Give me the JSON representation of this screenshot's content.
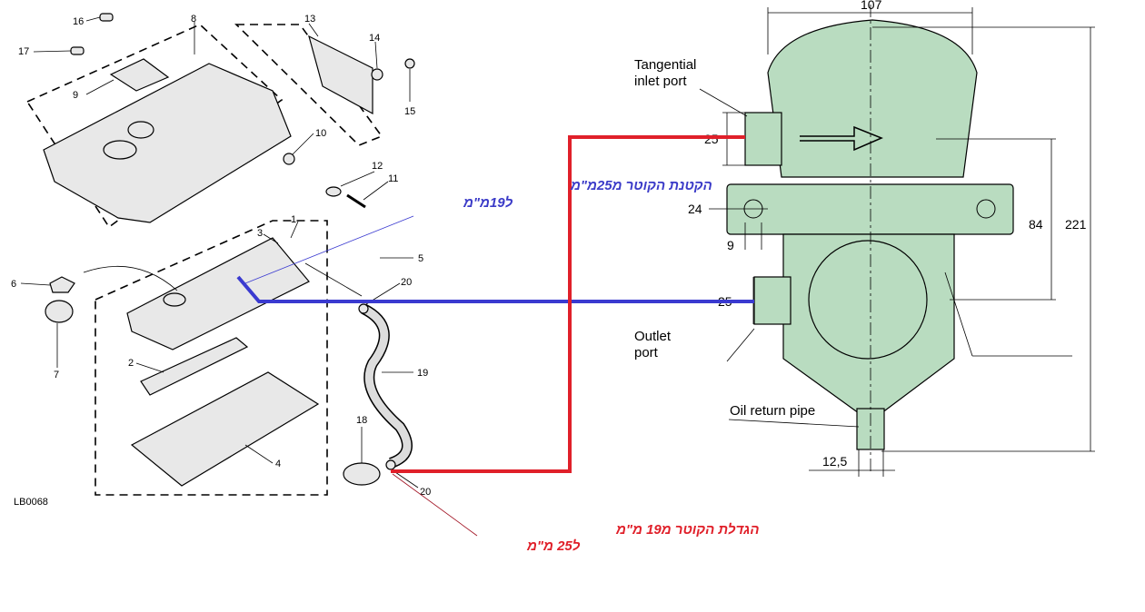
{
  "diagram": {
    "figure_code": "LB0068",
    "part_numbers": [
      "1",
      "2",
      "3",
      "4",
      "5",
      "6",
      "7",
      "8",
      "9",
      "10",
      "11",
      "12",
      "13",
      "14",
      "15",
      "16",
      "17",
      "18",
      "19",
      "20",
      "20"
    ],
    "separator": {
      "inlet_label_line1": "Tangential",
      "inlet_label_line2": "inlet port",
      "outlet_label_line1": "Outlet",
      "outlet_label_line2": "port",
      "oil_return_label": "Oil return pipe",
      "dimensions": {
        "width_top": "107",
        "height_total": "221",
        "height_84": "84",
        "inlet_diameter": "25",
        "outlet_diameter": "25",
        "mount_height": "24",
        "mount_offset": "9",
        "oil_pipe_diameter": "12,5"
      }
    },
    "annotations": {
      "blue_line1": "הקטנת הקוטר מ25מ\"מ",
      "blue_line2": "ל19מ\"מ",
      "red_line1": "הגדלת הקוטר מ19 מ\"מ",
      "red_line2": "ל25 מ\"מ"
    },
    "colors": {
      "outlet_line": "#3a3ad0",
      "inlet_line": "#e0202a",
      "separator_fill": "#b9dcc0"
    }
  }
}
